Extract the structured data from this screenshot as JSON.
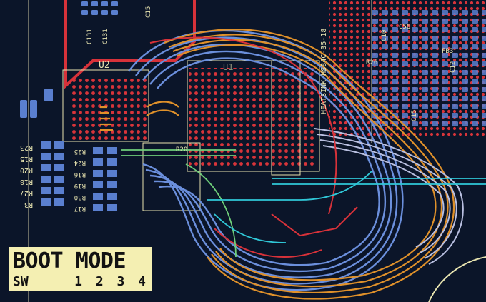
{
  "boot_mode": {
    "title": "BOOT MODE",
    "sw": "SW",
    "positions": "1 2 3 4"
  },
  "designators": {
    "u2": "U2",
    "u1": "U1",
    "c131": "C131",
    "c131b": "C131",
    "c15": "C15",
    "c56": "C56",
    "c10": "C10",
    "r26": "R26",
    "r20": "R20",
    "c15b": "C15",
    "fb3": "FB3",
    "c12": "C12"
  },
  "resistors_left": [
    "R23",
    "R15",
    "R20",
    "R18",
    "R27",
    "R3"
  ],
  "resistors_right": [
    "R25",
    "R24",
    "R16",
    "R19",
    "R30",
    "R17"
  ],
  "heatsink_label": "HEATSINK HS84C-35-18",
  "colors": {
    "background": "#0b1529",
    "pad": "#d8343a",
    "pad_blue": "#5a7fcf",
    "track_blue": "#6b8fdc",
    "track_orange": "#e0912a",
    "track_red": "#d8323a",
    "track_pale": "#b9bfe0",
    "track_green": "#6fd07a",
    "track_cyan": "#30c8d8",
    "silkscreen": "#e8e4b0",
    "boot_panel": "#f4efb2"
  }
}
